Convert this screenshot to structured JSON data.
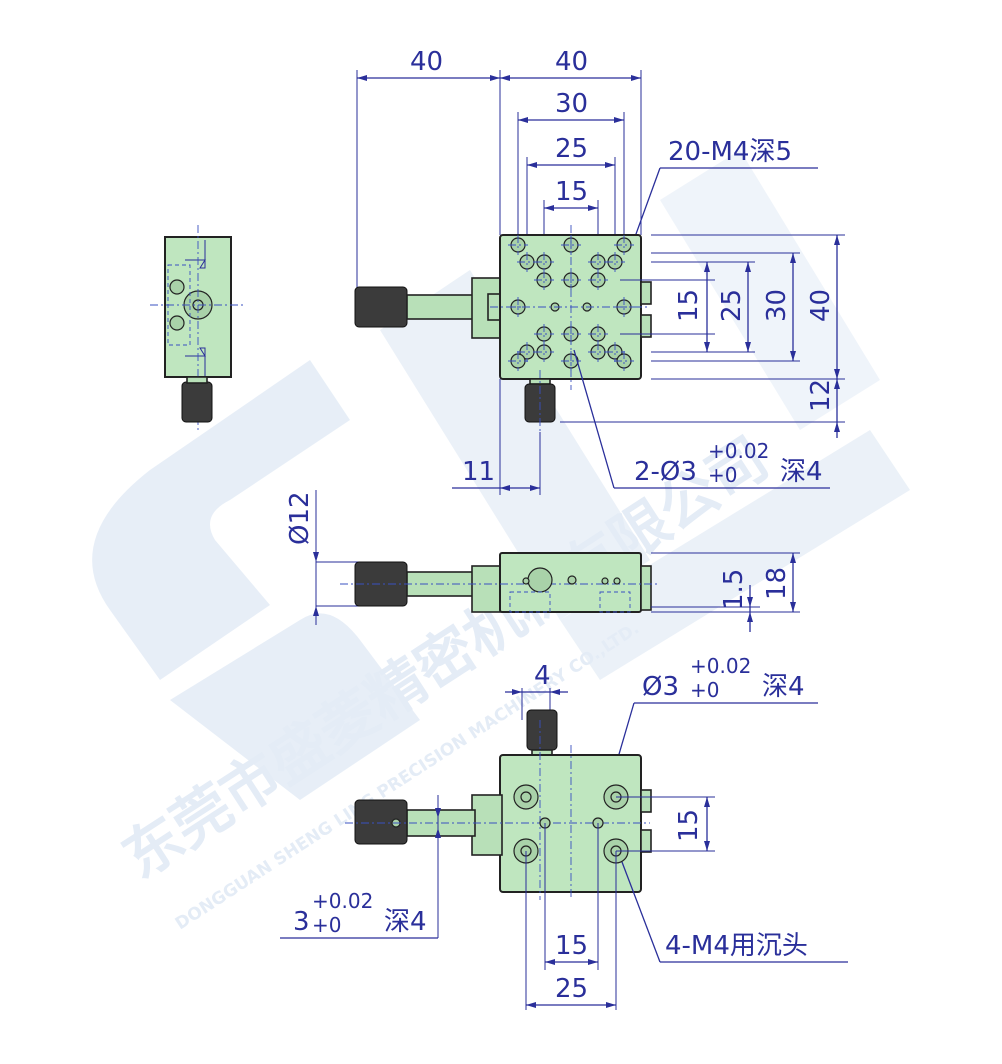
{
  "watermark": {
    "cn": "东莞市盛菱精密机械有限公司",
    "en": "DONGGUAN SHENG LING PRECISION MACHINERY CO.,LTD."
  },
  "top_view": {
    "dim_40_left": "40",
    "dim_40_top": "40",
    "dim_30_top": "30",
    "dim_25_top": "25",
    "dim_15_top": "15",
    "dim_15_right": "15",
    "dim_25_right": "25",
    "dim_30_right": "30",
    "dim_40_right": "40",
    "dim_12_right": "12",
    "dim_11": "11",
    "callout_tapped": "20-M4深5",
    "callout_pin": {
      "prefix": "2-Ø3",
      "tol_upper": "+0.02",
      "tol_lower": "+0",
      "suffix": "深4"
    }
  },
  "front_view": {
    "dim_dia12": "Ø12",
    "dim_1_5": "1.5",
    "dim_18": "18"
  },
  "bottom_view": {
    "dim_4": "4",
    "callout_pin": {
      "prefix": "Ø3",
      "tol_upper": "+0.02",
      "tol_lower": "+0",
      "suffix": "深4"
    },
    "dim_15_right": "15",
    "dim_slot": {
      "prefix": "3",
      "tol_upper": "+0.02",
      "tol_lower": "+0",
      "suffix": "深4"
    },
    "dim_15_bottom": "15",
    "dim_25_bottom": "25",
    "callout_counterbore": "4-M4用沉头"
  },
  "colors": {
    "dimension": "#2a2f9a",
    "body": "#bfe6bf",
    "watermark": "#e4ecf6"
  }
}
